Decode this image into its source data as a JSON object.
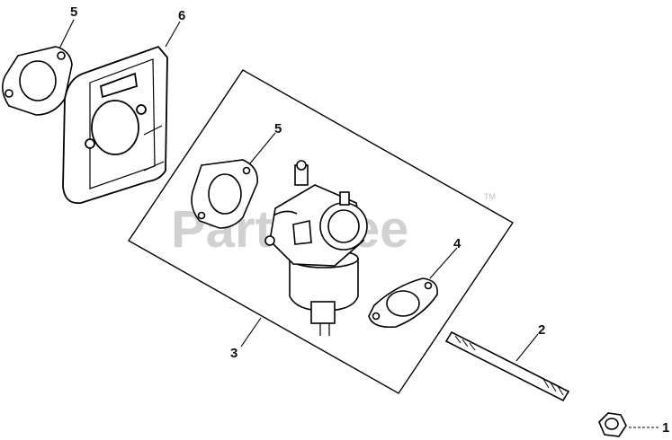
{
  "watermark": {
    "text": "PartsTree",
    "mark": "TM"
  },
  "callouts": {
    "top_gasket": "5",
    "air_cleaner_base": "6",
    "carb_gasket": "5",
    "lower_gasket": "4",
    "stud": "2",
    "carburetor_assembly": "3",
    "nut": "1"
  },
  "colors": {
    "line": "#000000",
    "watermark": "#c9c9c9"
  }
}
